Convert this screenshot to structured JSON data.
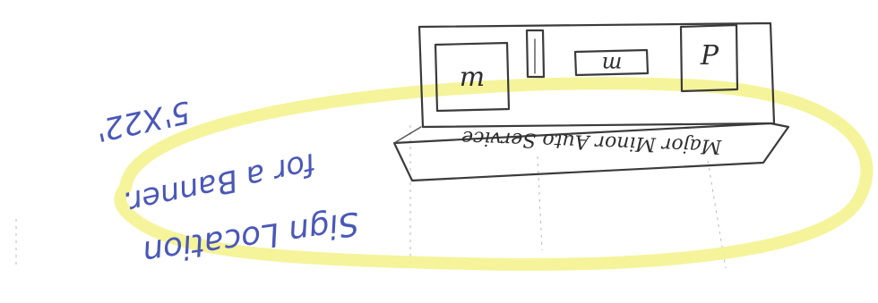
{
  "highlight_color": "#f3f28a",
  "pencil_color": "#3b3b3b",
  "ink_color": "#4a58b8",
  "storefront": {
    "left_box_letter": "m",
    "center_box_letter": "m",
    "right_box_letter": "P",
    "awning_text": "Major Minor Auto Service"
  },
  "note": {
    "line1": "Sign Location",
    "line2": "for a Banner.",
    "dimensions": "5'X22'"
  }
}
